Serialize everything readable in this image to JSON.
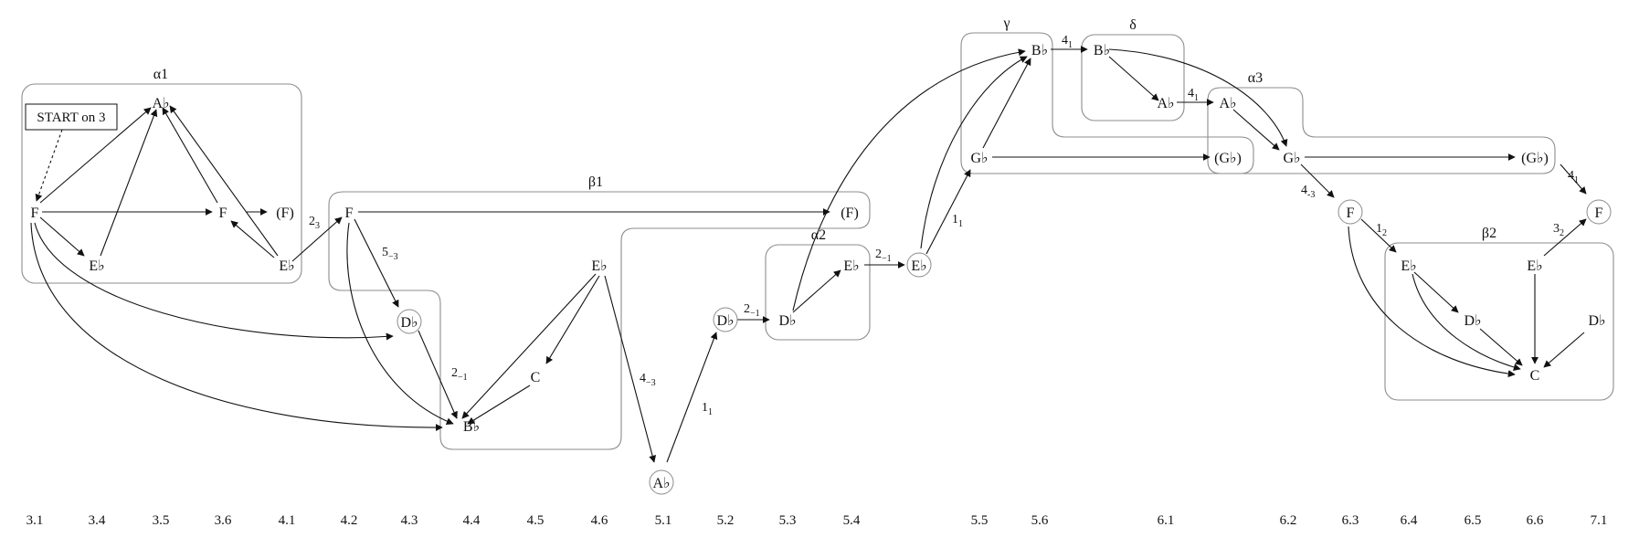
{
  "start_note": "START on 3",
  "groups": {
    "a1": "α1",
    "b1": "β1",
    "a2": "α2",
    "g": "γ",
    "d": "δ",
    "a3": "α3",
    "b2": "β2"
  },
  "nodes": {
    "n1": "F",
    "n2": "E♭",
    "n3": "A♭",
    "n4": "F",
    "n5": "(F)",
    "n6": "E♭",
    "n7": "F",
    "n8": "(F)",
    "n9": "D♭",
    "n10": "B♭",
    "n11": "C",
    "n12": "E♭",
    "n13": "A♭",
    "n14": "D♭",
    "n15": "D♭",
    "n16": "E♭",
    "n17": "E♭",
    "n18": "G♭",
    "n19": "B♭",
    "n20": "(G♭)",
    "n21": "B♭",
    "n22": "A♭",
    "n23": "A♭",
    "n24": "G♭",
    "n25": "(G♭)",
    "n26": "F",
    "n27": "E♭",
    "n28": "D♭",
    "n29": "E♭",
    "n30": "D♭",
    "n31": "C",
    "n32": "F"
  },
  "edge_labels": {
    "l1": {
      "main": "2",
      "sub": "3"
    },
    "l2": {
      "main": "5",
      "sub": "−3"
    },
    "l3": {
      "main": "2",
      "sub": "−1"
    },
    "l4": {
      "main": "4",
      "sub": "−3"
    },
    "l5": {
      "main": "1",
      "sub": "1"
    },
    "l6": {
      "main": "2",
      "sub": "−1"
    },
    "l7": {
      "main": "2",
      "sub": "−1"
    },
    "l8": {
      "main": "1",
      "sub": "1"
    },
    "l9": {
      "main": "4",
      "sub": "1"
    },
    "l10": {
      "main": "4",
      "sub": "1"
    },
    "l11": {
      "main": "4",
      "sub": "-3"
    },
    "l12": {
      "main": "1",
      "sub": "2"
    },
    "l13": {
      "main": "3",
      "sub": "2"
    },
    "l14": {
      "main": "4",
      "sub": "1"
    }
  },
  "axis_labels": [
    "3.1",
    "3.4",
    "3.5",
    "3.6",
    "4.1",
    "4.2",
    "4.3",
    "4.4",
    "4.5",
    "4.6",
    "5.1",
    "5.2",
    "5.3",
    "5.4",
    "5.5",
    "5.6",
    "6.1",
    "6.2",
    "6.3",
    "6.4",
    "6.5",
    "6.6",
    "7.1"
  ]
}
